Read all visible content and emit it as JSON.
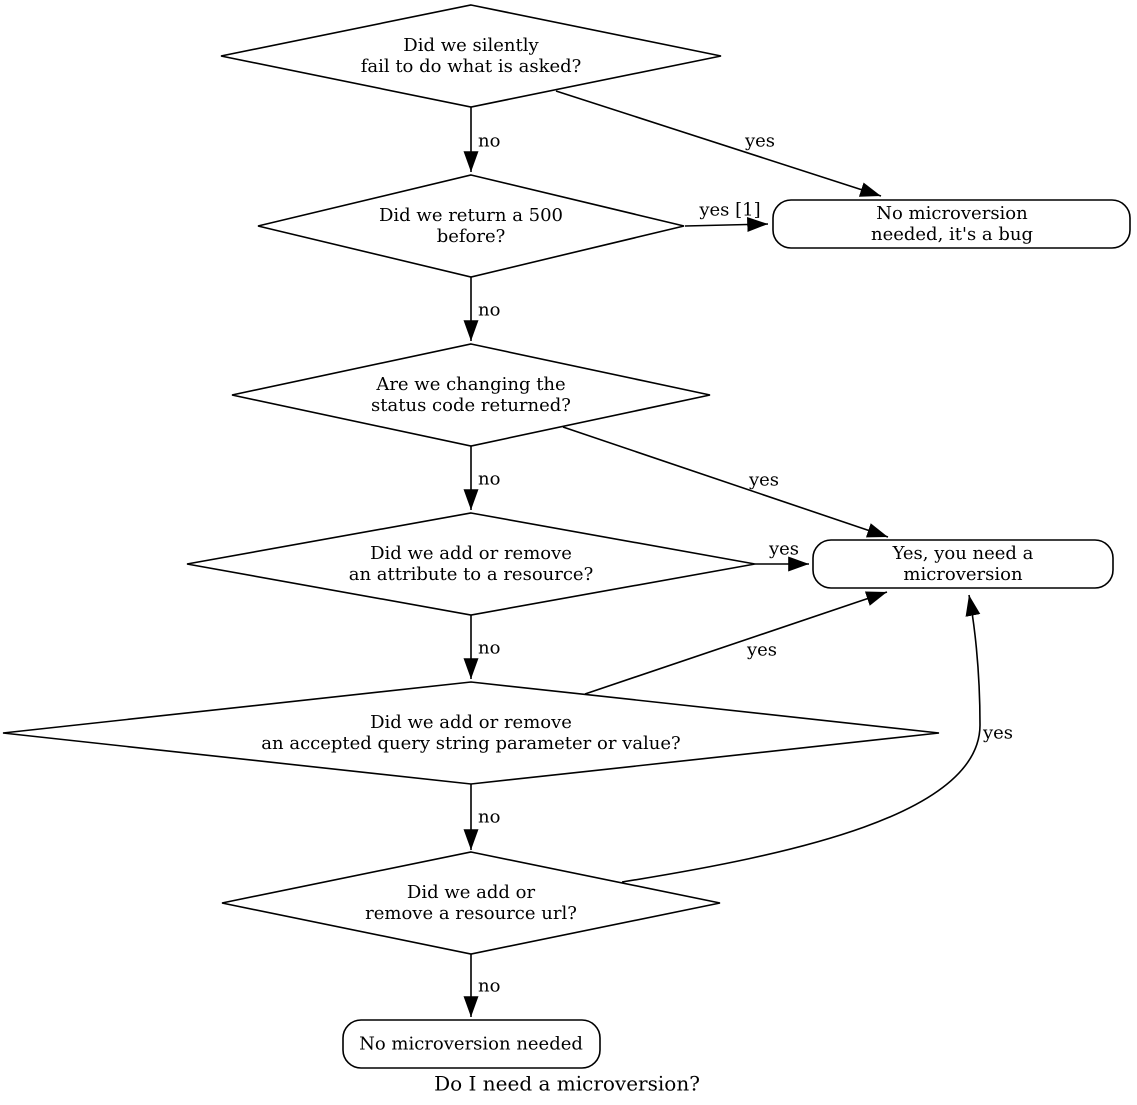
{
  "diagram": {
    "title": "Do I need a microversion?",
    "nodes": {
      "silent_fail": {
        "text": "Did we silently\nfail to do what is asked?"
      },
      "return_500": {
        "text": "Did we return a 500\nbefore?"
      },
      "status_code": {
        "text": "Are we changing the\nstatus code returned?"
      },
      "attribute": {
        "text": "Did we add or remove\nan attribute to a resource?"
      },
      "query_param": {
        "text": "Did we add or remove\nan accepted query string parameter or value?"
      },
      "resource_url": {
        "text": "Did we add or\nremove a resource url?"
      },
      "bug": {
        "text": "No microversion needed, it's a bug"
      },
      "need": {
        "text": "Yes, you need a microversion"
      },
      "no_need": {
        "text": "No microversion needed"
      }
    },
    "edges": {
      "silent_fail_no": "no",
      "silent_fail_yes": "yes",
      "return_500_yes": "yes [1]",
      "return_500_no": "no",
      "status_code_yes": "yes",
      "status_code_no": "no",
      "attribute_yes": "yes",
      "attribute_no": "no",
      "query_param_yes": "yes",
      "query_param_no": "no",
      "resource_url_yes": "yes",
      "resource_url_no": "no"
    },
    "colors": {
      "line": "#000000",
      "node_fill": "#ffffff",
      "background": "#ffffff",
      "text": "#000000"
    }
  }
}
